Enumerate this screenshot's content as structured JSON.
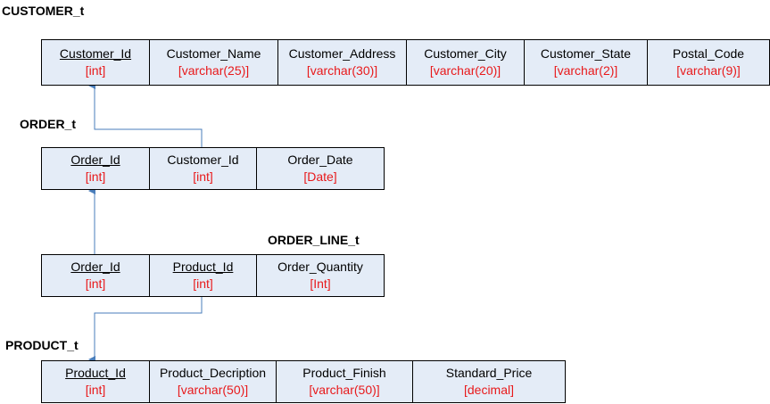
{
  "tables": [
    {
      "name": "CUSTOMER_t",
      "fields": [
        {
          "name": "Customer_Id",
          "type": "[int]",
          "pk": true
        },
        {
          "name": "Customer_Name",
          "type": "[varchar(25)]",
          "pk": false
        },
        {
          "name": "Customer_Address",
          "type": "[varchar(30)]",
          "pk": false
        },
        {
          "name": "Customer_City",
          "type": "[varchar(20)]",
          "pk": false
        },
        {
          "name": "Customer_State",
          "type": "[varchar(2)]",
          "pk": false
        },
        {
          "name": "Postal_Code",
          "type": "[varchar(9)]",
          "pk": false
        }
      ]
    },
    {
      "name": "ORDER_t",
      "fields": [
        {
          "name": "Order_Id",
          "type": "[int]",
          "pk": true
        },
        {
          "name": "Customer_Id",
          "type": "[int]",
          "pk": false
        },
        {
          "name": "Order_Date",
          "type": "[Date]",
          "pk": false
        }
      ]
    },
    {
      "name": "ORDER_LINE_t",
      "fields": [
        {
          "name": "Order_Id",
          "type": "[int]",
          "pk": true
        },
        {
          "name": "Product_Id",
          "type": "[int]",
          "pk": true
        },
        {
          "name": "Order_Quantity",
          "type": "[Int]",
          "pk": false
        }
      ]
    },
    {
      "name": "PRODUCT_t",
      "fields": [
        {
          "name": "Product_Id",
          "type": "[int]",
          "pk": true
        },
        {
          "name": "Product_Decription",
          "type": "[varchar(50)]",
          "pk": false
        },
        {
          "name": "Product_Finish",
          "type": "[varchar(50)]",
          "pk": false
        },
        {
          "name": "Standard_Price",
          "type": "[decimal]",
          "pk": false
        }
      ]
    }
  ],
  "colors": {
    "table_fill": "#e4ecf7",
    "type_text": "#e8191b",
    "connector": "#4a7ebb"
  }
}
